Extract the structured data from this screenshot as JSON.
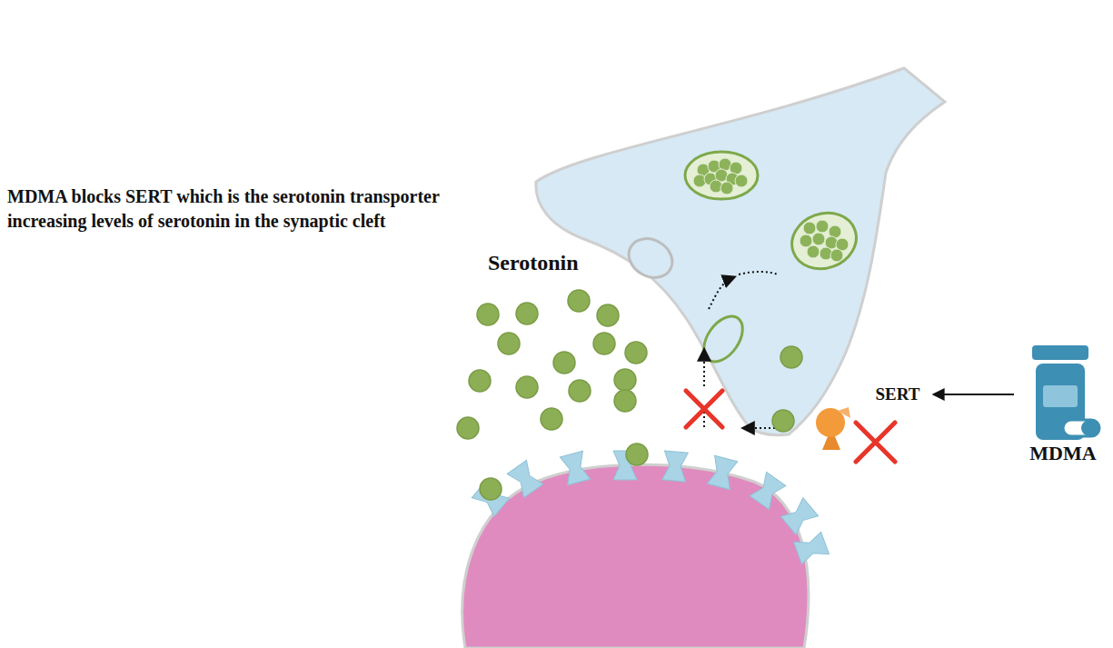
{
  "diagram": {
    "nodes": [
      {
        "text": [
          "SERT"
        ]
      },
      {
        "text": [
          "MDMA"
        ]
      }
    ],
    "edges": [
      {
        "from": 1,
        "to": 0,
        "arrow": "to"
      }
    ],
    "labels": [
      "MDMA blocks SERT which is the serotonin transporter increasing levels of serotonin in the synaptic cleft",
      "Serotonin"
    ]
  }
}
